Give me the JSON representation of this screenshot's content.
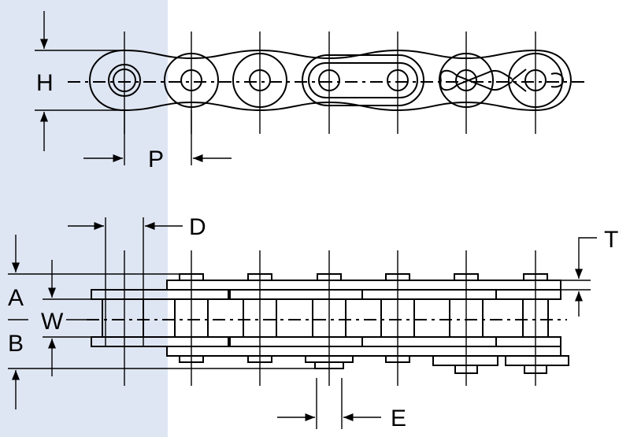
{
  "labels": {
    "H": "H",
    "P": "P",
    "D": "D",
    "T": "T",
    "A": "A",
    "W": "W",
    "B": "B",
    "E": "E"
  },
  "colors": {
    "panel": "#dfe6f3",
    "ink": "#000000",
    "background": "#ffffff"
  }
}
